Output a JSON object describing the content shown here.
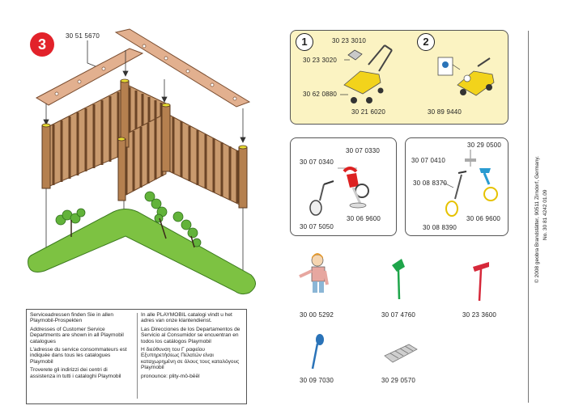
{
  "step": {
    "number": "3"
  },
  "main_assembly": {
    "part_no": "30 51 5670"
  },
  "panel_1": {
    "number": "1",
    "parts": [
      "30 23 3010",
      "30 23 3020",
      "30 62 0880",
      "30 21 6020"
    ]
  },
  "panel_2": {
    "number": "2",
    "parts": [
      "30 89 9440"
    ]
  },
  "panel_bike_red": {
    "parts": [
      "30 07 0330",
      "30 07 0340",
      "30 06 9600",
      "30 07 5050"
    ]
  },
  "panel_bike_blue": {
    "parts": [
      "30 29 0500",
      "30 07 0410",
      "30 08 8370",
      "30 06 9600",
      "30 08 8390"
    ]
  },
  "loose_parts": [
    "30 00 5292",
    "30 07 4760",
    "30 23 3600",
    "30 09 7030",
    "30 29 0570"
  ],
  "service": {
    "left": [
      "Serviceadressen finden Sie in allen Playmobil-Prospekten",
      "Addresses of Customer Service Departments are shown in all Playmobil catalogues",
      "L'adresse du service consommateurs est indiquée dans tous les catalogues Playmobil",
      "Troverete gli indirizzi dei centri di assistenza in tutti i cataloghi Playmobil"
    ],
    "right": [
      "In alle PLAYMOBIL catalogi vindt u het adres van onze klantendienst.",
      "Las Direcciones de los Departamentos de Servicio al Consumidor se encuentran en todos los catálogos Playmobil",
      "Η διεύθυνση του Γ ραφείου Εξυπηρετήσεως Πελατών είναι καταχωρημένη σε όλους τους καταλόγους Playmobil",
      "pronounce: plity-mö-bēēl"
    ]
  },
  "copyright": {
    "line1": "© 2008 geobra Brandstätter, 90511 Zirndorf, Germany.",
    "line2": "No. 30 81 4242    01.09"
  },
  "colors": {
    "step_red": "#e2222a",
    "panel_yellow": "#fbf3c2",
    "fence_brown": "#c99a6e",
    "fence_dark": "#6b4426",
    "grass_green": "#7dc242",
    "mower_yellow": "#f2d31b"
  }
}
